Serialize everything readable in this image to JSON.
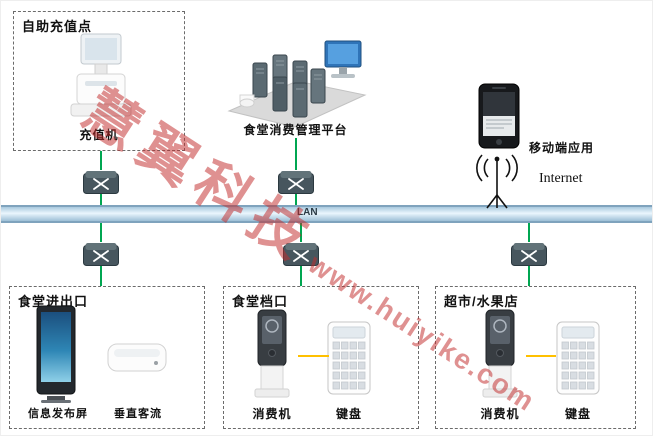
{
  "watermark": {
    "brand": "慧翼科技",
    "site": "www.huiyike.com",
    "color": "#c32d2d"
  },
  "network": {
    "bus_label": "LAN",
    "internet_label": "Internet"
  },
  "platform": {
    "label": "食堂消费管理平台"
  },
  "mobile": {
    "label": "移动端应用"
  },
  "zones": {
    "recharge": {
      "title": "自助充值点",
      "machine_label": "充值机"
    },
    "entrance": {
      "title": "食堂进出口",
      "screen_label": "信息发布屏",
      "flow_label": "垂直客流"
    },
    "stall": {
      "title": "食堂档口",
      "pos_label": "消费机",
      "keypad_label": "键盘"
    },
    "shop": {
      "title": "超市/水果店",
      "pos_label": "消费机",
      "keypad_label": "键盘"
    }
  },
  "colors": {
    "line_green": "#00a651",
    "cable_yellow": "#ffc000",
    "bus_blue": "#bcd7e8"
  }
}
